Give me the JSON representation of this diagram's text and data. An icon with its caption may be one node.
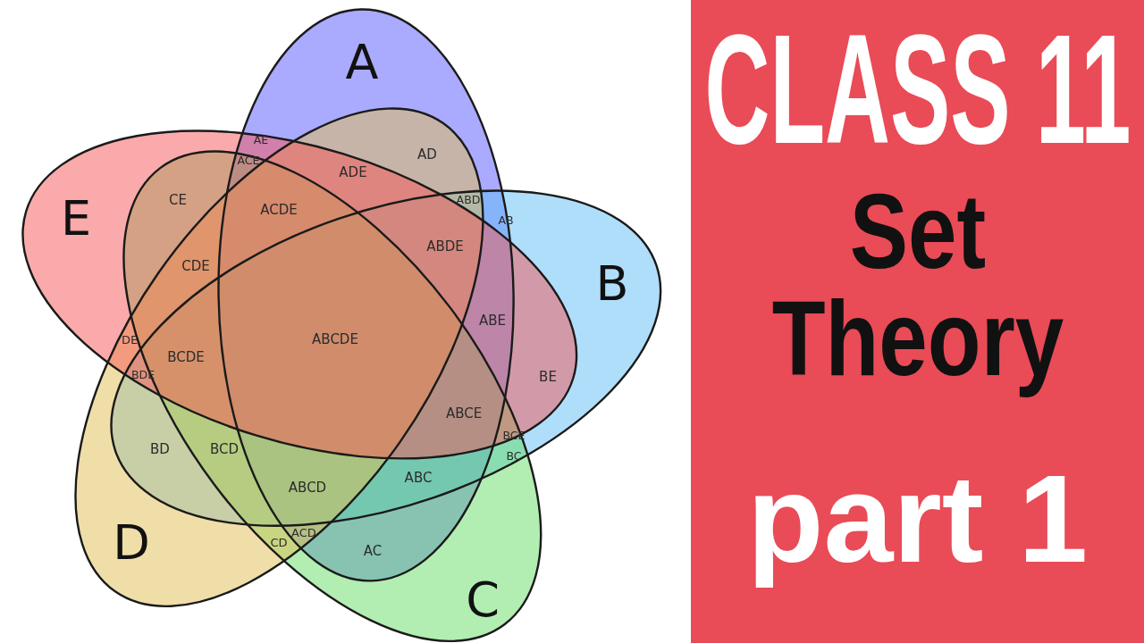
{
  "diagram": {
    "nodes": [
      {
        "text": [
          "A"
        ]
      },
      {
        "text": [
          "E"
        ]
      },
      {
        "text": [
          "B"
        ]
      },
      {
        "text": [
          "D"
        ]
      },
      {
        "text": [
          "C"
        ]
      },
      {
        "text": [
          "CLASS 11",
          "Set Theory",
          "part 1"
        ]
      }
    ],
    "labels": [
      "AE",
      "AD",
      "ACE",
      "ADE",
      "ABD",
      "CE",
      "ACDE",
      "AB",
      "ABDE",
      "CDE",
      "ABE",
      "DE",
      "ABCDE",
      "BCDE",
      "BDE",
      "BE",
      "ABCE",
      "BCE",
      "BD",
      "BCD",
      "BC",
      "ABC",
      "ABCD",
      "ACD",
      "CD",
      "AC"
    ]
  }
}
